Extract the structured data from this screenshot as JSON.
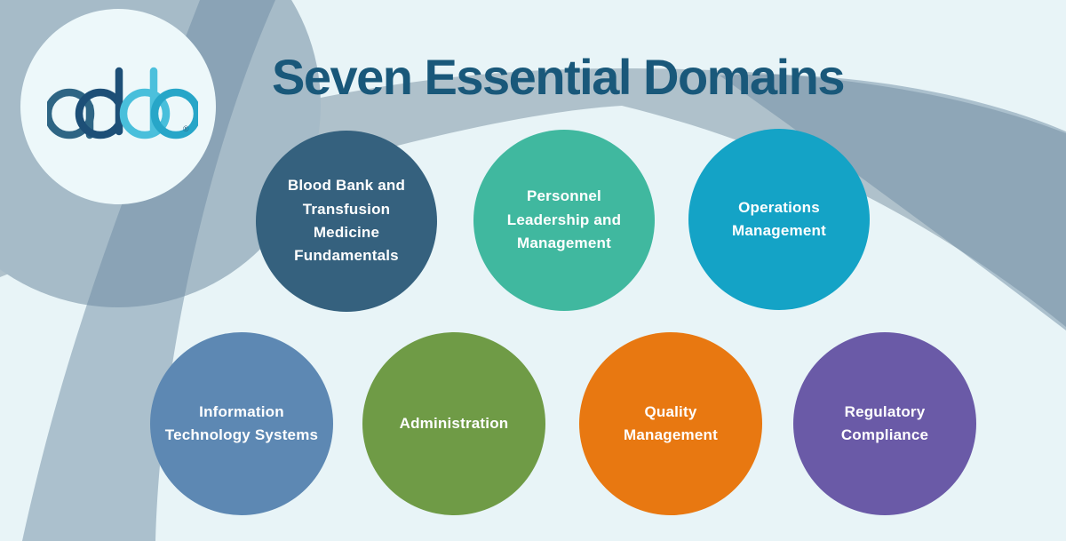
{
  "title": "Seven Essential Domains",
  "logo": {
    "brand": "aabb",
    "registered": "®",
    "letter_colors": [
      "#2e6584",
      "#1d4f77",
      "#49bfdb",
      "#27a6c8"
    ],
    "stem_colors": [
      "#2e6584",
      "#1d4f77",
      "#4cc0dc"
    ]
  },
  "domains": [
    {
      "label": "Blood Bank and\nTransfusion\nMedicine\nFundamentals",
      "color": "#35617e"
    },
    {
      "label": "Personnel\nLeadership and\nManagement",
      "color": "#40b89f"
    },
    {
      "label": "Operations\nManagement",
      "color": "#14a3c6"
    },
    {
      "label": "Information\nTechnology Systems",
      "color": "#5d88b3"
    },
    {
      "label": "Administration",
      "color": "#6f9b46"
    },
    {
      "label": "Quality\nManagement",
      "color": "#e87811"
    },
    {
      "label": "Regulatory\nCompliance",
      "color": "#6a5aa7"
    }
  ],
  "colors": {
    "background": "#e8f4f7",
    "crescent": "#afc1cb",
    "band": "rgba(109,139,163,0.5)",
    "logo_disc": "#a6bbc8",
    "logo_inner": "#edf8fa",
    "title": "#19587a",
    "circle_text": "#ffffff"
  }
}
